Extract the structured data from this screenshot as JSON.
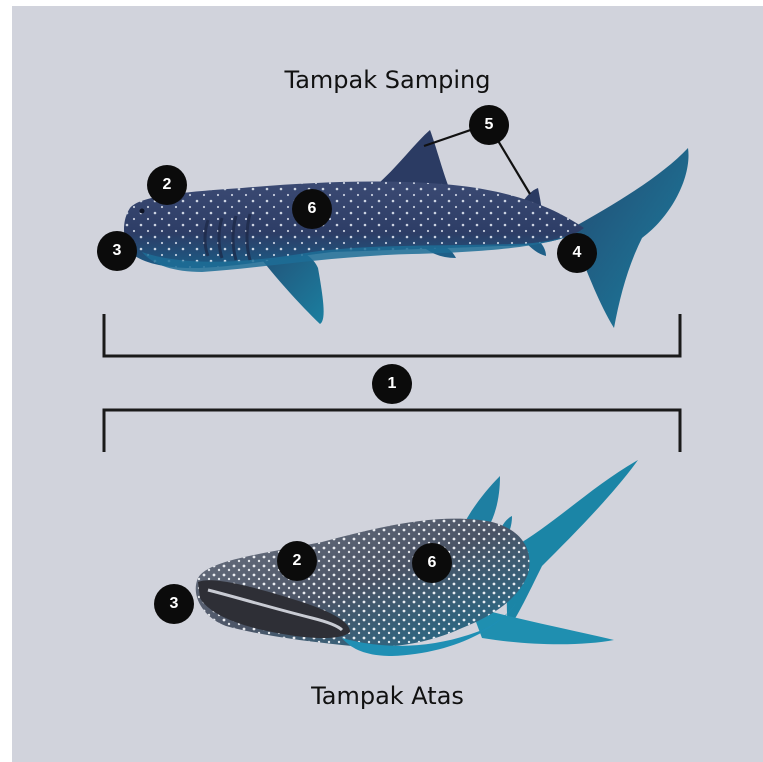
{
  "titles": {
    "side": "Tampak Samping",
    "top": "Tampak Atas"
  },
  "labels": {
    "length": "1",
    "side_head": "2",
    "side_mouth": "3",
    "side_tail": "4",
    "side_fins": "5",
    "side_body": "6",
    "top_head": "2",
    "top_mouth": "3",
    "top_body": "6"
  },
  "colors": {
    "background": "#d1d3dc",
    "badge": "#0b0b0b",
    "shark_dark": "#2c3e63",
    "shark_blue": "#1b6f92",
    "spots": "#e8eef7"
  }
}
